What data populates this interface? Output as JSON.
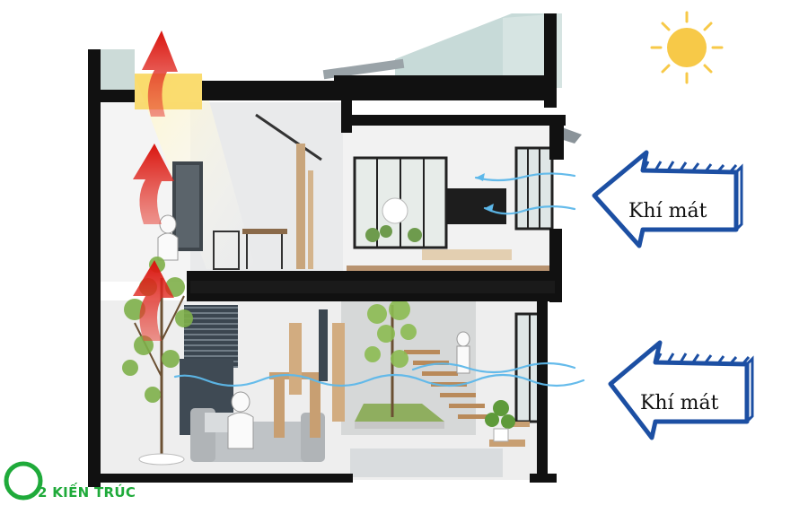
{
  "labels": {
    "cool_air_upper": "Khí mát",
    "cool_air_lower": "Khí mát"
  },
  "logo": {
    "text": "2 KIẾN TRÚC"
  },
  "icons": {
    "sun": "sun-icon",
    "hot_air": "hot-air-arrow-icon",
    "cool_air": "cool-air-arrow-icon"
  },
  "colors": {
    "hot_air": "#e0201a",
    "cool_air": "#1c4fa3",
    "airflow": "#5db8ea",
    "sun": "#f7c948",
    "logo": "#1faa3a",
    "wall": "#111111"
  }
}
